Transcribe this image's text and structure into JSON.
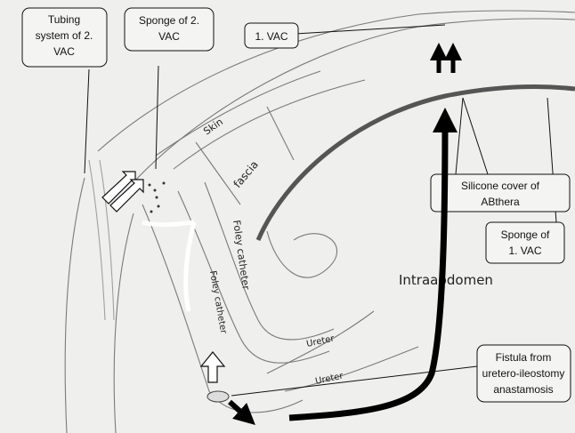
{
  "callouts": {
    "tubing_line1": "Tubing",
    "tubing_line2": "system of 2.",
    "tubing_line3": "VAC",
    "sponge2_line1": "Sponge of 2.",
    "sponge2_line2": "VAC",
    "vac1": "1. VAC",
    "silicone_line1": "Silicone cover of",
    "silicone_line2": "ABthera",
    "sponge1_line1": "Sponge of",
    "sponge1_line2": "1. VAC",
    "fistula_line1": "Fistula from",
    "fistula_line2": "uretero-ileostomy",
    "fistula_line3": "anastamosis"
  },
  "sketch_labels": {
    "skin": "Skin",
    "fascia": "fascia",
    "foley1": "Foley catheter",
    "foley2": "Foley catheter",
    "ureter1": "Ureter",
    "ureter2": "Ureter",
    "intraabdomen": "Intraabdomen"
  },
  "colors": {
    "background": "#efefed",
    "pencil": "#6a6a6a",
    "silicone_cover": "#555555",
    "arrow": "#000000",
    "white_arrow": "#ffffff"
  }
}
